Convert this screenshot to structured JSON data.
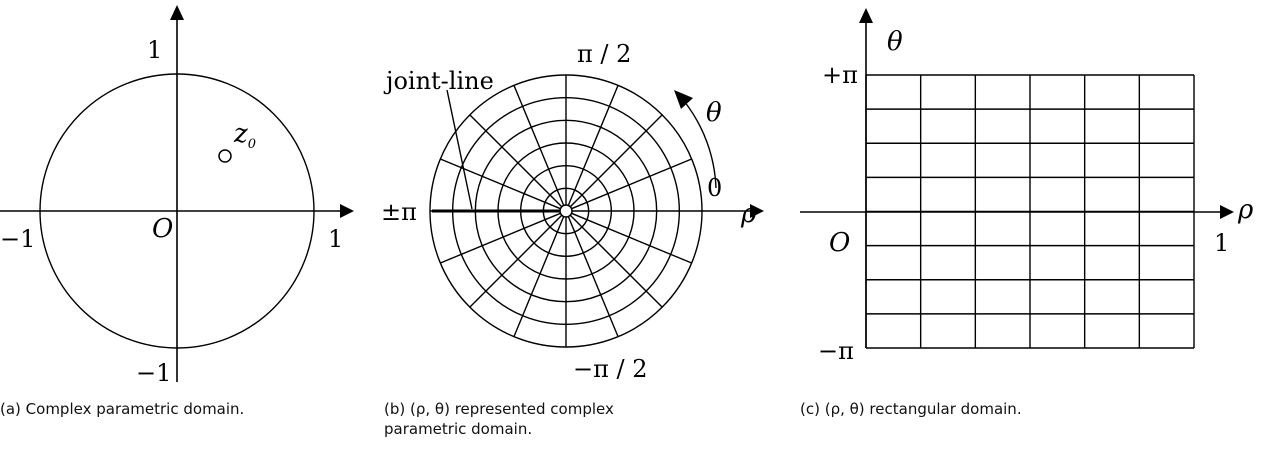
{
  "panel_a": {
    "tick_top": "1",
    "tick_bottom": "−1",
    "tick_left": "−1",
    "tick_right": "1",
    "origin": "O",
    "point_label": "z",
    "point_subscript": "0",
    "caption": "(a) Complex parametric domain."
  },
  "panel_b": {
    "label_top": "π / 2",
    "label_bottom": "−π / 2",
    "label_left": "±π",
    "label_zero": "0",
    "axis_rho": "ρ",
    "theta": "θ",
    "joint_line": "joint-line",
    "caption_line1": "(b) (ρ, θ) represented complex",
    "caption_line2": "parametric domain."
  },
  "panel_c": {
    "axis_theta": "θ",
    "axis_rho": "ρ",
    "tick_plus_pi": "+π",
    "tick_minus_pi": "−π",
    "origin": "O",
    "tick_one": "1",
    "caption": "(c) (ρ, θ) rectangular domain."
  }
}
